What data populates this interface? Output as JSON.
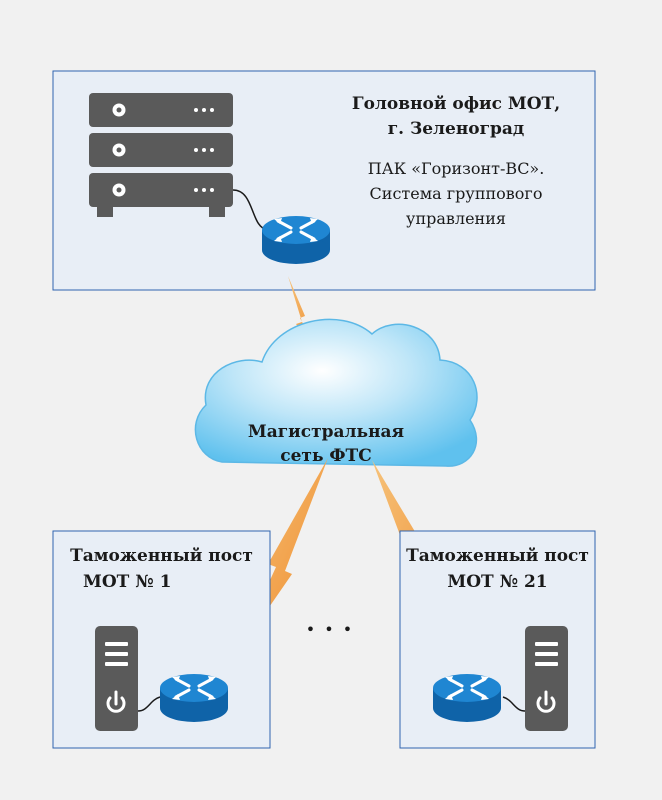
{
  "colors": {
    "page_bg": "#f1f1f1",
    "box_fill": "#e8eef6",
    "box_border": "#2f64b0",
    "server": "#5a5a5a",
    "router": "#1a77c4",
    "lightning": "#f0a046",
    "cloud": "#6cc8f0"
  },
  "head_office": {
    "title": "Головной офис МОТ,",
    "city": "г. Зеленоград",
    "desc_line1": "ПАК «Горизонт-ВС».",
    "desc_line2": "Система группового",
    "desc_line3": "управления"
  },
  "cloud": {
    "line1": "Магистральная",
    "line2": "сеть ФТС"
  },
  "post_left": {
    "line1": "Таможенный пост",
    "line2": "МОТ № 1"
  },
  "post_right": {
    "line1": "Таможенный пост",
    "line2": "МОТ № 21"
  },
  "ellipsis": "• • •"
}
